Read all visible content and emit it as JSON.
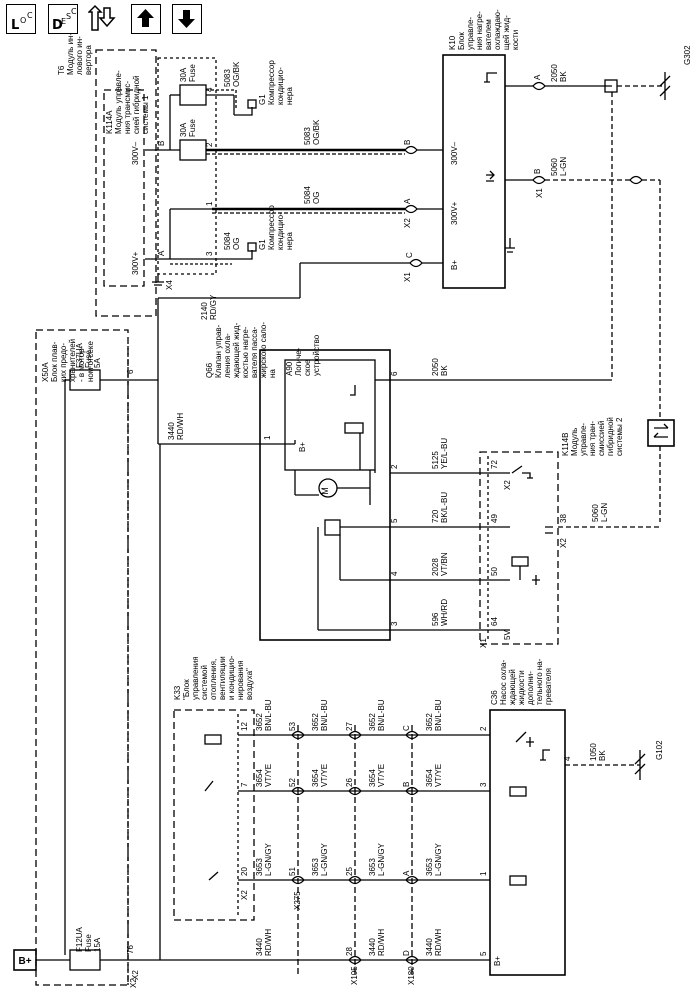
{
  "toolbar": {
    "loc_letter": "L",
    "loc_sub1": "O",
    "loc_sub2": "C",
    "desc_letter": "D",
    "desc_sub1": "E",
    "desc_sub2": "S",
    "desc_sub3": "C",
    "up_icon": "arrow-up-icon",
    "down_icon": "arrow-down-icon",
    "flow_icon": "current-flow-icon"
  },
  "labels": {
    "b_plus_box": "B+",
    "x50a": "X50A",
    "x50a_desc1": "Блок плав-",
    "x50a_desc2": "ких предо-",
    "x50a_desc3": "хранителей",
    "x50a_desc4": "- в мотор-",
    "x50a_desc5": "ном отсеке",
    "f12ua": "F12UA",
    "f12ua_fuse": "Fuse",
    "f12ua_amp": "15A",
    "f37ua": "F37UA",
    "f37ua_fuse": "Fuse",
    "f37ua_amp": "5A",
    "pin_76": "76",
    "pin_6_x50a": "6",
    "x2_x50a": "X2",
    "t6": "T6",
    "t6_desc1": "Модуль ин-",
    "t6_desc2": "вертора",
    "t6_desc3": "лового ин-",
    "k114a": "K114A",
    "k114a_desc1": "Модуль управле-",
    "k114a_desc2": "ния трансмис-",
    "k114a_desc3": "сией гибридной",
    "k114a_desc4": "системы 1",
    "fuse_30a_1": "30A",
    "fuse_30a_1_word": "Fuse",
    "fuse_30a_2": "30A",
    "fuse_30a_2_word": "Fuse",
    "v300_minus": "300V–",
    "v300_plus": "300V+",
    "pin_b_k114a": "B",
    "pin_a_k114a": "A",
    "x4": "X4",
    "pin_4_conn": "4",
    "pin_2_conn": "2",
    "pin_1_conn": "1",
    "pin_3_conn": "3",
    "w5083_top": "5083",
    "w5083_top_color": "OG/BK",
    "w5083_mid": "5083",
    "w5083_mid_color": "OG/BK",
    "w5084_mid": "5084",
    "w5084_mid_color": "OG",
    "w5084_bot": "5084",
    "w5084_bot_color": "OG",
    "g1_top": "G1",
    "g1_top_desc1": "Компрессор",
    "g1_top_desc2": "кондицио-",
    "g1_top_desc3": "нера",
    "g1_bot": "G1",
    "g1_bot_desc1": "Компрессор",
    "g1_bot_desc2": "кондицио-",
    "g1_bot_desc3": "нера",
    "w2140": "2140",
    "w2140_color": "RD/GY",
    "k10": "K10",
    "k10_desc1": "Блок",
    "k10_desc2": "управле-",
    "k10_desc3": "ния нагре-",
    "k10_desc4": "вателем",
    "k10_desc5": "охлаждаю-",
    "k10_desc6": "щей жид-",
    "k10_desc7": "кости",
    "k10_300vminus": "300V–",
    "k10_300vplus": "300V+",
    "k10_bplus": "B+",
    "k10_pin_a_top": "A",
    "k10_pin_b_right": "B",
    "k10_pin_b_left": "B",
    "k10_pin_a_left": "A",
    "k10_pin_c": "C",
    "x2_k10": "X2",
    "x1_k10_left": "X1",
    "x1_k10_right": "X1",
    "w2050_top": "2050",
    "w2050_top_color": "BK",
    "w5060_top": "5060",
    "w5060_top_color": "L-GN",
    "g302": "G302",
    "q66": "Q66",
    "q66_desc1": "Клапан управ-",
    "q66_desc2": "ления охла-",
    "q66_desc3": "ждающей жид-",
    "q66_desc4": "костью нагре-",
    "q66_desc5": "вателя пасса-",
    "q66_desc6": "жирского сало-",
    "q66_desc7": "на",
    "a90": "A90",
    "a90_desc1": "Логиче-",
    "a90_desc2": "ское",
    "a90_desc3": "устройство",
    "a90_bplus": "B+",
    "motor": "M",
    "q66_pin_1": "1",
    "q66_pin_2": "2",
    "q66_pin_3": "3",
    "q66_pin_4": "4",
    "q66_pin_5": "5",
    "q66_pin_6": "6",
    "w3440_top": "3440",
    "w3440_top_color": "RD/WH",
    "w2050_mid": "2050",
    "w2050_mid_color": "BK",
    "w5125": "5125",
    "w5125_color": "YE/L-BU",
    "w720": "720",
    "w720_color": "BK/L-BU",
    "w2028": "2028",
    "w2028_color": "VT/BN",
    "w596": "596",
    "w596_color": "WH/RD",
    "k114b": "K114B",
    "k114b_desc1": "Модуль",
    "k114b_desc2": "управле-",
    "k114b_desc3": "ния тран-",
    "k114b_desc4": "смиссией",
    "k114b_desc5": "гибридной",
    "k114b_desc6": "системы 2",
    "k114b_pin_72": "72",
    "k114b_pin_49": "49",
    "k114b_pin_50": "50",
    "k114b_pin_64": "64",
    "k114b_pin_38": "38",
    "k114b_5v": "5V",
    "x2_k114b_72": "X2",
    "x2_k114b_38": "X2",
    "x1_k114b": "X1",
    "w5060_mid": "5060",
    "w5060_mid_color": "L-GN",
    "k33": "K33",
    "k33_desc1": "\"Блок",
    "k33_desc2": "управления",
    "k33_desc3": "системой",
    "k33_desc4": "отопления,",
    "k33_desc5": "вентиляции",
    "k33_desc6": "и кондицио-",
    "k33_desc7": "нирования",
    "k33_desc8": "воздуха\"",
    "k33_pin_12": "12",
    "k33_pin_7": "7",
    "k33_pin_20": "20",
    "x2_k33": "X2",
    "x275": "X275",
    "x105": "X105",
    "x180": "X180",
    "x2_bottom": "X2",
    "w3652_1": "3652",
    "w3652_1_color": "BN/L-BU",
    "w3652_2": "3652",
    "w3652_2_color": "BN/L-BU",
    "w3652_3": "3652",
    "w3652_3_color": "BN/L-BU",
    "w3652_4": "3652",
    "w3652_4_color": "BN/L-BU",
    "w3654_1": "3654",
    "w3654_1_color": "VT/YE",
    "w3654_2": "3654",
    "w3654_2_color": "VT/YE",
    "w3654_3": "3654",
    "w3654_3_color": "VT/YE",
    "w3654_4": "3654",
    "w3654_4_color": "VT/YE",
    "w3653_1": "3653",
    "w3653_1_color": "L-GN/GY",
    "w3653_2": "3653",
    "w3653_2_color": "L-GN/GY",
    "w3653_3": "3653",
    "w3653_3_color": "L-GN/GY",
    "w3653_4": "3653",
    "w3653_4_color": "L-GN/GY",
    "w3440_b1": "3440",
    "w3440_b1_color": "RD/WH",
    "w3440_b2": "3440",
    "w3440_b2_color": "RD/WH",
    "w3440_b3": "3440",
    "w3440_b3_color": "RD/WH",
    "pin_53": "53",
    "pin_52": "52",
    "pin_51": "51",
    "pin_27": "27",
    "pin_26": "26",
    "pin_25": "25",
    "pin_28": "28",
    "pin_c": "C",
    "pin_b": "B",
    "pin_a": "A",
    "pin_d": "D",
    "c36": "C36",
    "c36_desc1": "Насос охла-",
    "c36_desc2": "ждающей",
    "c36_desc3": "жидкости",
    "c36_desc4": "дополни-",
    "c36_desc5": "тельного на-",
    "c36_desc6": "гревателя",
    "c36_pin_2": "2",
    "c36_pin_3": "3",
    "c36_pin_1": "1",
    "c36_pin_4": "4",
    "c36_pin_5": "5",
    "c36_bplus": "B+",
    "w1050": "1050",
    "w1050_color": "BK",
    "g102": "G102"
  }
}
